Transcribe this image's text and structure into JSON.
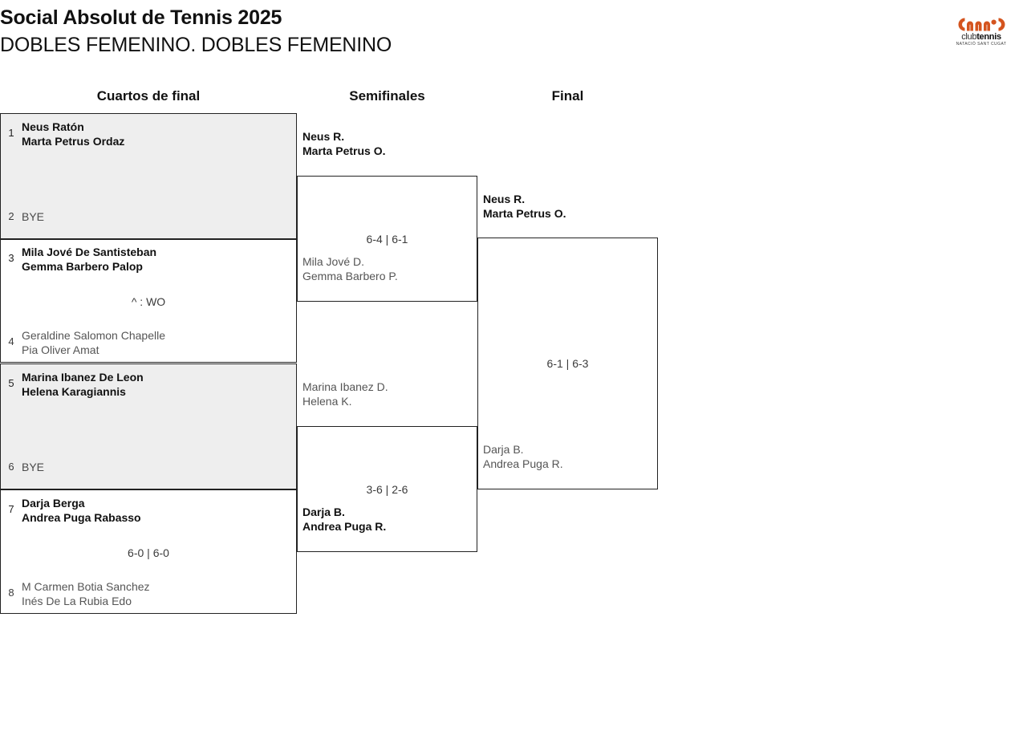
{
  "header": {
    "title": "Social Absolut de Tennis 2025",
    "subtitle": "DOBLES FEMENINO. DOBLES FEMENINO"
  },
  "logo": {
    "word_club": "club",
    "word_tennis": "tennis",
    "sub": "NATACIÓ SANT CUGAT",
    "color": "#d4541e"
  },
  "rounds": [
    {
      "id": "qf",
      "label": "Cuartos de final"
    },
    {
      "id": "sf",
      "label": "Semifinales"
    },
    {
      "id": "f",
      "label": "Final"
    }
  ],
  "quarterfinals": [
    {
      "shaded": true,
      "score": "",
      "top": {
        "seed": "1",
        "names": [
          "Neus Ratón",
          "Marta Petrus Ordaz"
        ],
        "result": "winner"
      },
      "bottom": {
        "seed": "2",
        "names": [
          "BYE"
        ],
        "result": "bye"
      }
    },
    {
      "shaded": false,
      "score": "^ : WO",
      "top": {
        "seed": "3",
        "names": [
          "Mila Jové De Santisteban",
          "Gemma Barbero Palop"
        ],
        "result": "winner"
      },
      "bottom": {
        "seed": "4",
        "names": [
          "Geraldine Salomon Chapelle",
          "Pia Oliver Amat"
        ],
        "result": "loser"
      }
    },
    {
      "shaded": true,
      "score": "",
      "top": {
        "seed": "5",
        "names": [
          "Marina Ibanez De Leon",
          "Helena Karagiannis"
        ],
        "result": "winner"
      },
      "bottom": {
        "seed": "6",
        "names": [
          "BYE"
        ],
        "result": "bye"
      }
    },
    {
      "shaded": false,
      "score": "6-0 | 6-0",
      "top": {
        "seed": "7",
        "names": [
          "Darja Berga",
          "Andrea Puga Rabasso"
        ],
        "result": "winner"
      },
      "bottom": {
        "seed": "8",
        "names": [
          "M Carmen Botia Sanchez",
          "Inés De La Rubia Edo"
        ],
        "result": "loser"
      }
    }
  ],
  "semifinals": [
    {
      "score": "6-4 | 6-1",
      "top": {
        "names": [
          "Neus R.",
          "Marta Petrus O."
        ],
        "result": "winner"
      },
      "bottom": {
        "names": [
          "Mila Jové D.",
          "Gemma Barbero P."
        ],
        "result": "loser"
      }
    },
    {
      "score": "3-6 | 2-6",
      "top": {
        "names": [
          "Marina Ibanez D.",
          "Helena K."
        ],
        "result": "loser"
      },
      "bottom": {
        "names": [
          "Darja B.",
          "Andrea Puga R."
        ],
        "result": "winner"
      }
    }
  ],
  "final": {
    "score": "6-1 | 6-3",
    "top": {
      "names": [
        "Neus R.",
        "Marta Petrus O."
      ],
      "result": "winner"
    },
    "bottom": {
      "names": [
        "Darja B.",
        "Andrea Puga R."
      ],
      "result": "loser"
    }
  }
}
